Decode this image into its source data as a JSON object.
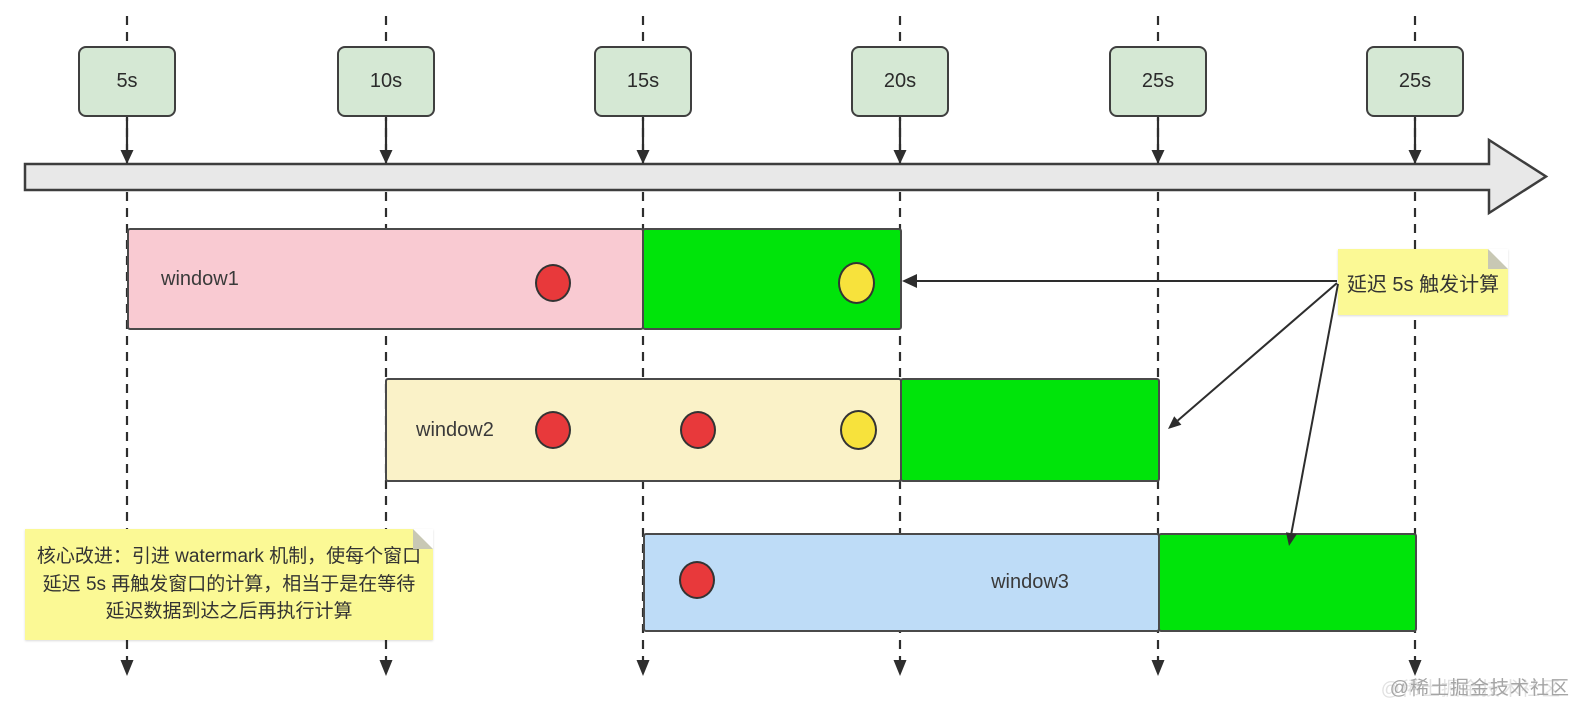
{
  "colors": {
    "marker_box_fill": "#d5e8d4",
    "timeline_fill": "#e8e8e8",
    "window1_fill": "#f9cad2",
    "window2_fill": "#faf2c8",
    "window3_fill": "#bedcf7",
    "delayed_segment_fill": "#00e40a",
    "note_fill": "#fbf995",
    "red_event": "#e8393b",
    "late_event": "#f7e23c"
  },
  "markers": [
    {
      "label": "5s"
    },
    {
      "label": "10s"
    },
    {
      "label": "15s"
    },
    {
      "label": "20s"
    },
    {
      "label": "25s"
    },
    {
      "label": "25s"
    }
  ],
  "windows": [
    {
      "name": "window1"
    },
    {
      "name": "window2"
    },
    {
      "name": "window3"
    }
  ],
  "notes": {
    "delay_trigger": "延迟 5s 触发计算",
    "core_improvement": "核心改进：引进 watermark 机制，使每个窗口延迟 5s 再触发窗口的计算，相当于是在等待延迟数据到达之后再执行计算"
  },
  "watermark_credit": "@稀土掘金技术社区"
}
